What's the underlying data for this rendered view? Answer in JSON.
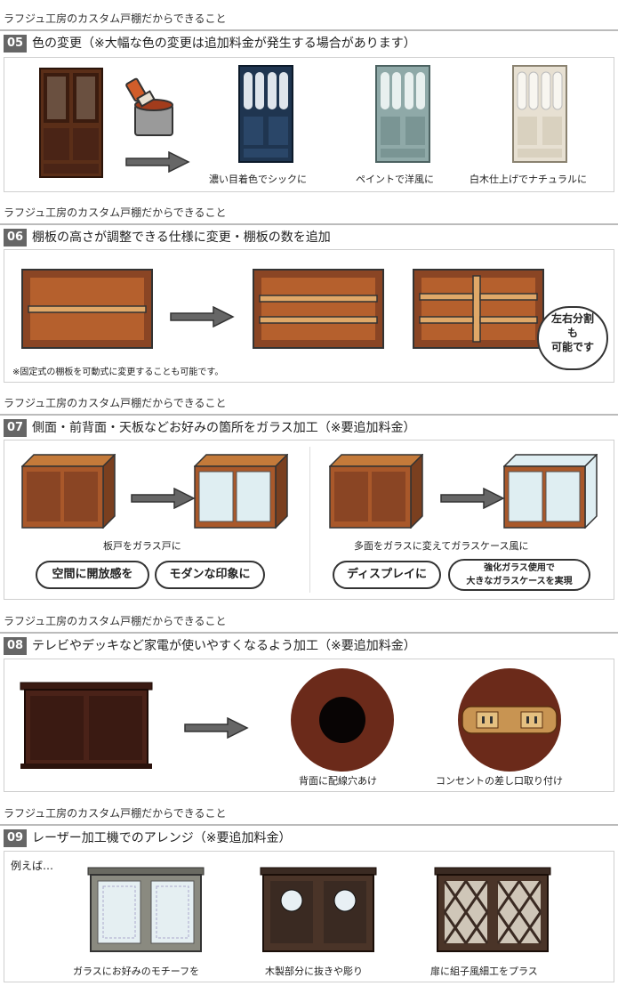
{
  "brand": "ラフジュ工房のカスタム戸棚だからできること",
  "sections": [
    {
      "num": "05",
      "title": "色の変更（※大幅な色の変更は追加料金が発生する場合があります）",
      "captions": [
        "濃い目着色でシックに",
        "ペイントで洋風に",
        "白木仕上げでナチュラルに"
      ]
    },
    {
      "num": "06",
      "title": "棚板の高さが調整できる仕様に変更・棚板の数を追加",
      "note": "※固定式の棚板を可動式に変更することも可能です。",
      "bubble": [
        "左右分割",
        "も",
        "可能です"
      ]
    },
    {
      "num": "07",
      "title": "側面・前背面・天板などお好みの箇所をガラス加工（※要追加料金）",
      "captions": [
        "板戸をガラス戸に",
        "多面をガラスに変えてガラスケース風に"
      ],
      "bubbles": [
        "空間に開放感を",
        "モダンな印象に",
        "ディスプレイに",
        "強化ガラス使用で",
        "大きなガラスケースを実現"
      ]
    },
    {
      "num": "08",
      "title": "テレビやデッキなど家電が使いやすくなるよう加工（※要追加料金）",
      "captions": [
        "背面に配線穴あけ",
        "コンセントの差し口取り付け"
      ]
    },
    {
      "num": "09",
      "title": "レーザー加工機でのアレンジ（※要追加料金）",
      "lead": "例えば…",
      "captions": [
        "ガラスにお好みのモチーフを",
        "木製部分に抜きや彫り",
        "扉に組子風細工をプラス"
      ]
    }
  ],
  "colors": {
    "wood": "#7a3f1f",
    "wood_dark": "#4a2416",
    "navy": "#1f3550",
    "mint": "#8fa9a8",
    "cream": "#e7e0d2",
    "header_num_bg": "#666666",
    "arrow": "#666666"
  }
}
